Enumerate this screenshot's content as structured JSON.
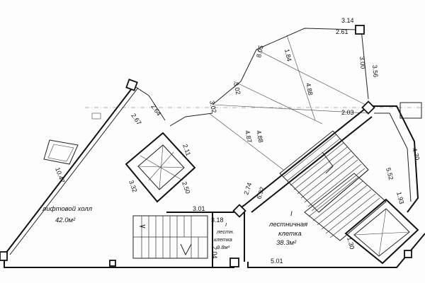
{
  "dimensions": {
    "d_3_14": "3.14",
    "d_2_61": "2.61",
    "d_8_05": "8.05",
    "d_1_84": "1.84",
    "d_3_00": "3.00",
    "d_3_56": "3.56",
    "d_3_02_a": "3.02",
    "d_3_02_b": "3.02",
    "d_4_88_a": "4.88",
    "d_4_88_b": "4.88",
    "d_4_87": "4.87",
    "d_2_03": "2.03",
    "d_2_64": "2.64",
    "d_2_67": "2.67",
    "d_2_11": "2.11",
    "d_2_50": "2.50",
    "d_3_32": "3.32",
    "d_10_47": "10.47",
    "d_2_74": "2.74",
    "d_6_92": "6.92",
    "d_5_52": "5.52",
    "d_4_70": "4.70",
    "d_1_93": "1.93",
    "d_3_01": "3.01",
    "d_3_18": "3.18",
    "d_2_04": "2.04",
    "d_1_30": "1.30",
    "d_5_01": "5.01"
  },
  "rooms": {
    "lift_hall_name": "лифтовой холл",
    "lift_hall_area": "42.0м²",
    "stair_number": "I",
    "stair_name_1": "лестничная",
    "stair_name_2": "клетка",
    "stair_area": "38.3м²",
    "small_stair_number": "I",
    "small_stair_name_1": "лестн.",
    "small_stair_name_2": "клетка",
    "small_stair_area": "9.8м²"
  }
}
